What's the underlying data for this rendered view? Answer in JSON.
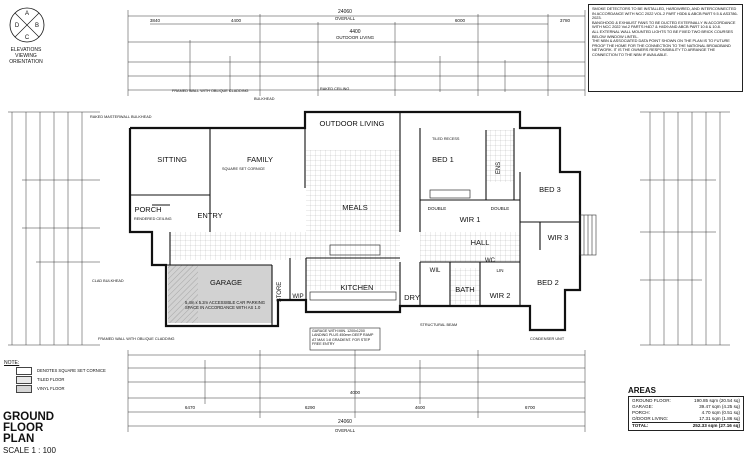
{
  "orientation": {
    "letters": [
      "A",
      "B",
      "C",
      "D"
    ],
    "label": "ELEVATIONS VIEWING ORIENTATION"
  },
  "notes": [
    "SMOKE DETECTORS TO BE INSTALLED, HARDWIRED, AND INTERCONNECTED IN ACCORDANCE WITH NCC 2022 VOL.2 PART H3D6 & ABCB PART 9.5 & AS3786-2023.",
    "BANGHOOD & EXHAUST FANS TO BE DUCTED EXTERNALLY IN ACCORDANCE WITH NCC 2022 Vol.2 PARTS H4D7 & H4D9 AND ABCB PART 10.6 & 10.8.",
    "ALL EXTERNAL WALL MOUNTED LIGHTS TO BE FIXED TWO BRICK COURSES BELOW WINDOW LINTEL.",
    "THE NBN & ASSOCIATED DATA POINT SHOWN ON THE PLAN IS TO FUTURE PROOF THE HOME FOR THE CONNECTION TO THE NATIONAL BROADBAND NETWORK. IT IS THE OWNERS RESPONSIBILITY TO ARRANGE THE CONNECTION TO THE NBN IF AVAILABLE."
  ],
  "rooms": {
    "outdoor_living": "OUTDOOR LIVING",
    "sitting": "SITTING",
    "family": "FAMILY",
    "bed1": "BED 1",
    "ens": "ENS",
    "bed3": "BED 3",
    "wir1": "WIR 1",
    "wir3": "WIR 3",
    "meals": "MEALS",
    "porch": "PORCH",
    "entry": "ENTRY",
    "hall": "HALL",
    "wc": "WC",
    "linen": "LIN",
    "garage": "GARAGE",
    "store": "STORE",
    "wip": "WIP",
    "kitchen": "KITCHEN",
    "wil": "WIL",
    "dry": "DRY",
    "bath": "BATH",
    "wir2": "WIR 2",
    "bed2": "BED 2",
    "double1": "DOUBLE",
    "double2": "DOUBLE"
  },
  "annotations": {
    "raked_masterwall": "RAKED MASTERWALL BULKHEAD",
    "framed_wall_top": "FRAMED WALL WITH OBLIQUE CLADDING",
    "raked_ceiling": "RAKED CEILING",
    "bulkhead": "BULKHEAD",
    "tiled_recess": "TILED RECESS",
    "garage_notes": "5.4m x 5.2m ACCESSIBLE CAR PARKING SPACE IN ACCORDANCE WITH AS 1.0",
    "garage_box": "GARAGE WITH MIN. 1200x1200 LANDING PLUS 450mm DEEP RAMP AT MAX 1:8 GRADIENT. FOR STEP FREE ENTRY",
    "structural_beam": "STRUCTURAL BEAM",
    "condenser": "CONDENSER UNIT",
    "square_set": "SQUARE SET CORNICE",
    "porch_note": "RENDERED CEILING",
    "clad_bulkhead": "CLAD BULKHEAD",
    "framed_wall_bottom": "FRAMED WALL WITH OBLIQUE CLADDING"
  },
  "dims": {
    "overall_top": "24060",
    "overall_top_label": "OVERALL",
    "outdoor_living_dim": "4400",
    "outdoor_living_label": "OUTDOOR LIVING",
    "top_row": [
      "3840",
      "4400",
      "6000",
      "3780"
    ],
    "overall_bottom": "24060",
    "overall_bottom_label": "OVERALL",
    "bottom_row": [
      "6470",
      "6290",
      "4600",
      "6700"
    ],
    "bottom_mid": "4000"
  },
  "legend": {
    "title": "NOTE:",
    "items": [
      {
        "label": "DENOTES SQUARE SET CORNICE",
        "color": "#ffffff"
      },
      {
        "label": "TILED FLOOR",
        "color": "#e8e8e8"
      },
      {
        "label": "VINYL FLOOR",
        "color": "#d6d6d6"
      }
    ]
  },
  "areas": {
    "title": "AREAS",
    "rows": [
      {
        "label": "GROUND FLOOR:",
        "value": "190.85 sqm",
        "squares": "(20.54 sq)"
      },
      {
        "label": "GARAGE:",
        "value": "39.47 sqm",
        "squares": "(4.25 sq)"
      },
      {
        "label": "PORCH:",
        "value": "4.70 sqm",
        "squares": "(0.51 sq)"
      },
      {
        "label": "O/DOOR LIVING:",
        "value": "17.31 sqm",
        "squares": "(1.86 sq)"
      }
    ],
    "total": {
      "label": "TOTAL:",
      "value": "252.33 sqm",
      "squares": "(27.16 sq)"
    }
  },
  "title": "GROUND FLOOR PLAN",
  "scale": "SCALE 1 : 100"
}
